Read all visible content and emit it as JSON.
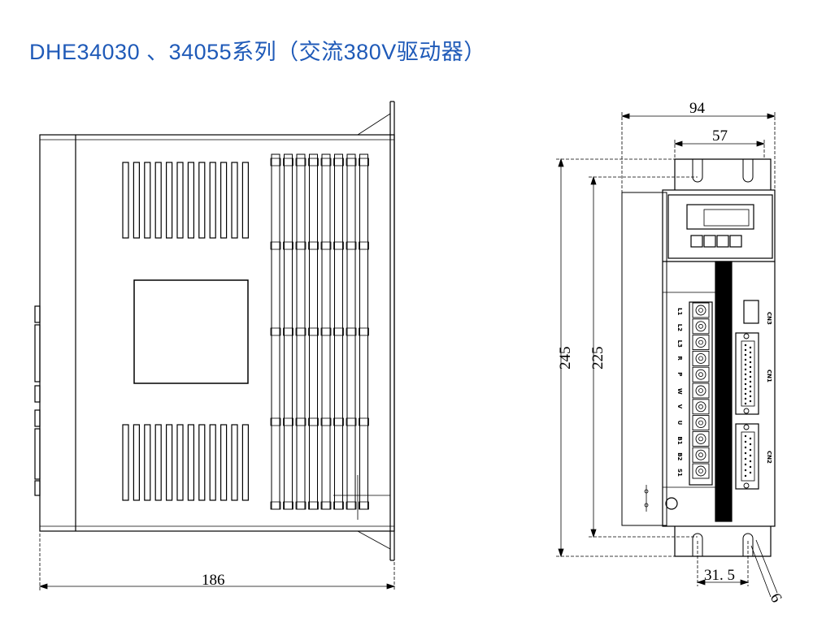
{
  "title": "DHE34030 、34055系列（交流380V驱动器）",
  "dimensions": {
    "side_width": "186",
    "front_width": "94",
    "mount_spacing": "57",
    "total_height": "245",
    "mount_height": "225",
    "bottom_spacing": "31. 5",
    "hole_diameter": "6"
  },
  "terminal_labels": [
    "L1",
    "L2",
    "L3",
    "R",
    "P",
    "W",
    "V",
    "U",
    "B1",
    "B2",
    "S1"
  ],
  "connector_labels": {
    "cn3": "CN3",
    "cn1": "CN1",
    "cn2": "CN2"
  },
  "colors": {
    "title": "#1f5ab8",
    "line": "#000000"
  }
}
